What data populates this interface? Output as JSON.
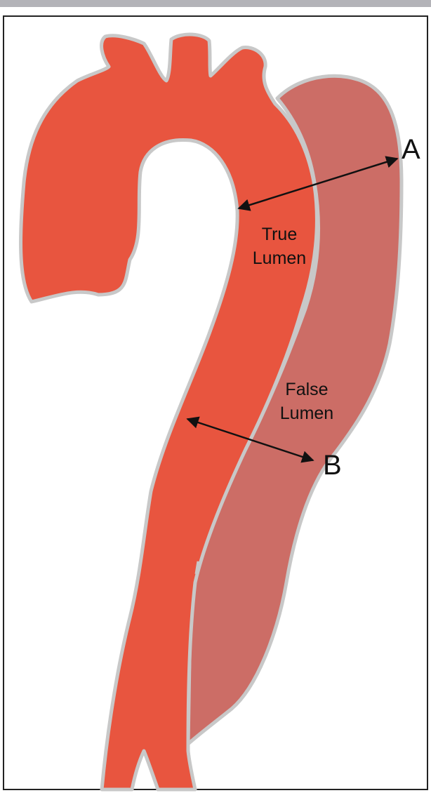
{
  "labels": {
    "point_a": "A",
    "point_b": "B",
    "true_lumen_line1": "True",
    "true_lumen_line2": "Lumen",
    "false_lumen_line1": "False",
    "false_lumen_line2": "Lumen"
  },
  "colors": {
    "true_lumen_fill": "#e8553f",
    "false_lumen_fill": "#cc6d66",
    "vessel_outline": "#c8c8c8",
    "arrow": "#111111",
    "frame_border": "#222222",
    "top_bar": "#b3b3b8"
  }
}
